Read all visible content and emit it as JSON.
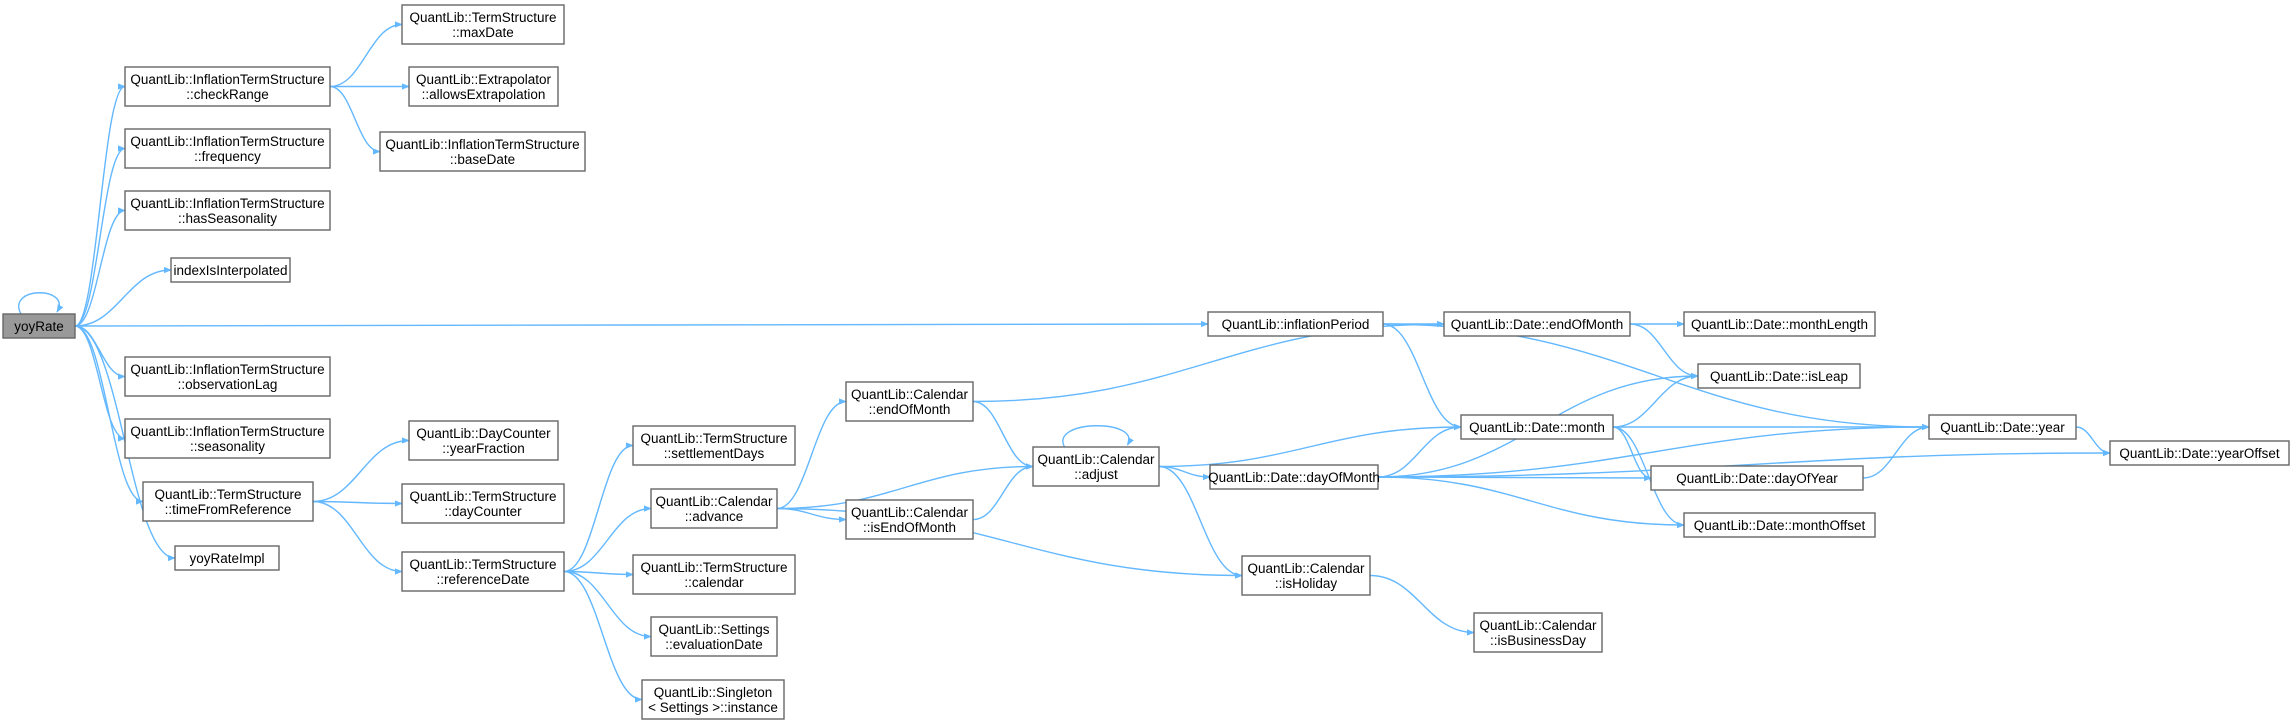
{
  "graph": {
    "nodes": [
      {
        "id": "yoyRate",
        "lines": [
          "yoyRate"
        ],
        "root": true
      },
      {
        "id": "checkRange",
        "lines": [
          "QuantLib::InflationTermStructure",
          "::checkRange"
        ]
      },
      {
        "id": "frequency",
        "lines": [
          "QuantLib::InflationTermStructure",
          "::frequency"
        ]
      },
      {
        "id": "hasSeasonality",
        "lines": [
          "QuantLib::InflationTermStructure",
          "::hasSeasonality"
        ]
      },
      {
        "id": "indexIsInterpolated",
        "lines": [
          "indexIsInterpolated"
        ]
      },
      {
        "id": "observationLag",
        "lines": [
          "QuantLib::InflationTermStructure",
          "::observationLag"
        ]
      },
      {
        "id": "seasonality",
        "lines": [
          "QuantLib::InflationTermStructure",
          "::seasonality"
        ]
      },
      {
        "id": "timeFromReference",
        "lines": [
          "QuantLib::TermStructure",
          "::timeFromReference"
        ]
      },
      {
        "id": "yoyRateImpl",
        "lines": [
          "yoyRateImpl"
        ]
      },
      {
        "id": "maxDate",
        "lines": [
          "QuantLib::TermStructure",
          "::maxDate"
        ]
      },
      {
        "id": "allowsExtrapolation",
        "lines": [
          "QuantLib::Extrapolator",
          "::allowsExtrapolation"
        ]
      },
      {
        "id": "baseDate",
        "lines": [
          "QuantLib::InflationTermStructure",
          "::baseDate"
        ]
      },
      {
        "id": "yearFraction",
        "lines": [
          "QuantLib::DayCounter",
          "::yearFraction"
        ]
      },
      {
        "id": "dayCounter",
        "lines": [
          "QuantLib::TermStructure",
          "::dayCounter"
        ]
      },
      {
        "id": "referenceDate",
        "lines": [
          "QuantLib::TermStructure",
          "::referenceDate"
        ]
      },
      {
        "id": "settlementDays",
        "lines": [
          "QuantLib::TermStructure",
          "::settlementDays"
        ]
      },
      {
        "id": "advance",
        "lines": [
          "QuantLib::Calendar",
          "::advance"
        ]
      },
      {
        "id": "tsCalendar",
        "lines": [
          "QuantLib::TermStructure",
          "::calendar"
        ]
      },
      {
        "id": "evaluationDate",
        "lines": [
          "QuantLib::Settings",
          "::evaluationDate"
        ]
      },
      {
        "id": "instance",
        "lines": [
          "QuantLib::Singleton",
          "< Settings >::instance"
        ]
      },
      {
        "id": "calEndOfMonth",
        "lines": [
          "QuantLib::Calendar",
          "::endOfMonth"
        ]
      },
      {
        "id": "isEndOfMonth",
        "lines": [
          "QuantLib::Calendar",
          "::isEndOfMonth"
        ]
      },
      {
        "id": "adjust",
        "lines": [
          "QuantLib::Calendar",
          "::adjust"
        ]
      },
      {
        "id": "inflationPeriod",
        "lines": [
          "QuantLib::inflationPeriod"
        ]
      },
      {
        "id": "dayOfMonth",
        "lines": [
          "QuantLib::Date::dayOfMonth"
        ]
      },
      {
        "id": "isHoliday",
        "lines": [
          "QuantLib::Calendar",
          "::isHoliday"
        ]
      },
      {
        "id": "isBusinessDay",
        "lines": [
          "QuantLib::Calendar",
          "::isBusinessDay"
        ]
      },
      {
        "id": "dateEndOfMonth",
        "lines": [
          "QuantLib::Date::endOfMonth"
        ]
      },
      {
        "id": "month",
        "lines": [
          "QuantLib::Date::month"
        ]
      },
      {
        "id": "monthLength",
        "lines": [
          "QuantLib::Date::monthLength"
        ]
      },
      {
        "id": "isLeap",
        "lines": [
          "QuantLib::Date::isLeap"
        ]
      },
      {
        "id": "dayOfYear",
        "lines": [
          "QuantLib::Date::dayOfYear"
        ]
      },
      {
        "id": "monthOffset",
        "lines": [
          "QuantLib::Date::monthOffset"
        ]
      },
      {
        "id": "year",
        "lines": [
          "QuantLib::Date::year"
        ]
      },
      {
        "id": "yearOffset",
        "lines": [
          "QuantLib::Date::yearOffset"
        ]
      }
    ],
    "edges": [
      [
        "yoyRate",
        "yoyRate"
      ],
      [
        "yoyRate",
        "checkRange"
      ],
      [
        "yoyRate",
        "frequency"
      ],
      [
        "yoyRate",
        "hasSeasonality"
      ],
      [
        "yoyRate",
        "indexIsInterpolated"
      ],
      [
        "yoyRate",
        "inflationPeriod"
      ],
      [
        "yoyRate",
        "observationLag"
      ],
      [
        "yoyRate",
        "seasonality"
      ],
      [
        "yoyRate",
        "timeFromReference"
      ],
      [
        "yoyRate",
        "yoyRateImpl"
      ],
      [
        "checkRange",
        "maxDate"
      ],
      [
        "checkRange",
        "allowsExtrapolation"
      ],
      [
        "checkRange",
        "baseDate"
      ],
      [
        "timeFromReference",
        "yearFraction"
      ],
      [
        "timeFromReference",
        "dayCounter"
      ],
      [
        "timeFromReference",
        "referenceDate"
      ],
      [
        "referenceDate",
        "settlementDays"
      ],
      [
        "referenceDate",
        "advance"
      ],
      [
        "referenceDate",
        "tsCalendar"
      ],
      [
        "referenceDate",
        "evaluationDate"
      ],
      [
        "referenceDate",
        "instance"
      ],
      [
        "advance",
        "calEndOfMonth"
      ],
      [
        "advance",
        "adjust"
      ],
      [
        "advance",
        "isEndOfMonth"
      ],
      [
        "advance",
        "isHoliday"
      ],
      [
        "calEndOfMonth",
        "dateEndOfMonth"
      ],
      [
        "calEndOfMonth",
        "adjust"
      ],
      [
        "isEndOfMonth",
        "adjust"
      ],
      [
        "adjust",
        "adjust"
      ],
      [
        "adjust",
        "month"
      ],
      [
        "adjust",
        "dayOfMonth"
      ],
      [
        "adjust",
        "isHoliday"
      ],
      [
        "isHoliday",
        "isBusinessDay"
      ],
      [
        "inflationPeriod",
        "dateEndOfMonth"
      ],
      [
        "inflationPeriod",
        "month"
      ],
      [
        "inflationPeriod",
        "year"
      ],
      [
        "dateEndOfMonth",
        "monthLength"
      ],
      [
        "dateEndOfMonth",
        "isLeap"
      ],
      [
        "dayOfMonth",
        "dayOfYear"
      ],
      [
        "dayOfMonth",
        "month"
      ],
      [
        "dayOfMonth",
        "isLeap"
      ],
      [
        "dayOfMonth",
        "monthOffset"
      ],
      [
        "dayOfMonth",
        "year"
      ],
      [
        "dayOfMonth",
        "yearOffset"
      ],
      [
        "month",
        "isLeap"
      ],
      [
        "month",
        "year"
      ],
      [
        "month",
        "dayOfYear"
      ],
      [
        "month",
        "monthOffset"
      ],
      [
        "dayOfYear",
        "year"
      ],
      [
        "year",
        "yearOffset"
      ]
    ]
  }
}
